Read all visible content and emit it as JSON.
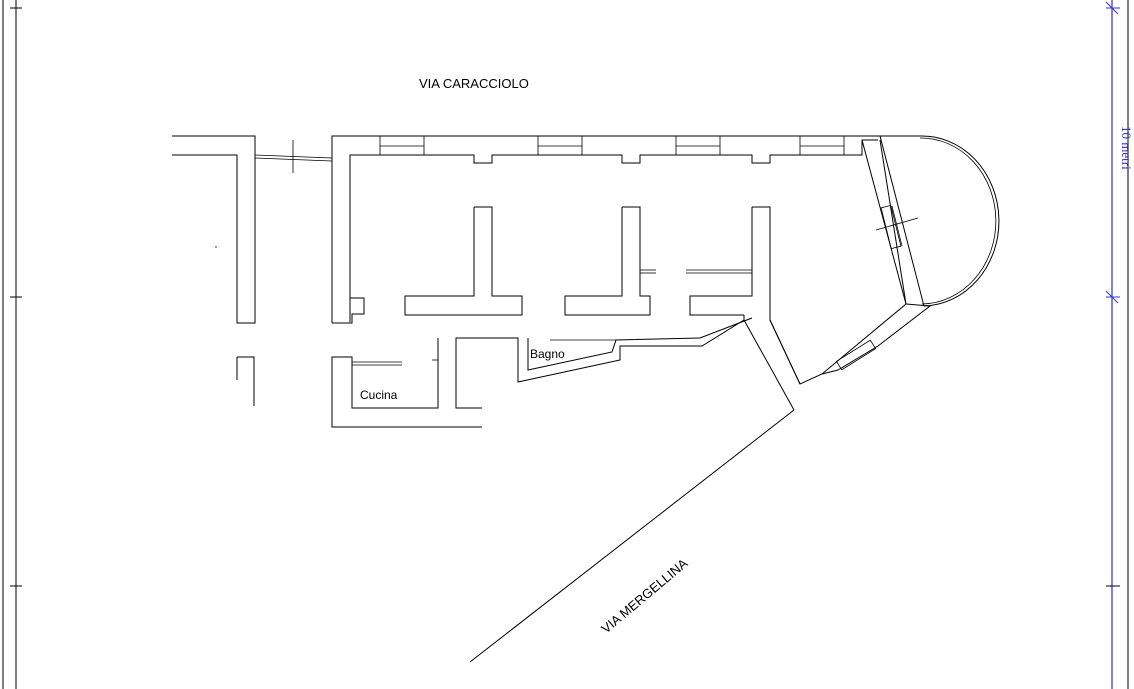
{
  "plan": {
    "street_top": "VIA CARACCIOLO",
    "street_diagonal": "VIA MERGELLINA",
    "scale_label": "10 metri",
    "rooms": {
      "bathroom": "Bagno",
      "kitchen": "Cucina"
    }
  },
  "colors": {
    "lines": "#000000",
    "scale": "#3333cc",
    "background": "#ffffff"
  }
}
